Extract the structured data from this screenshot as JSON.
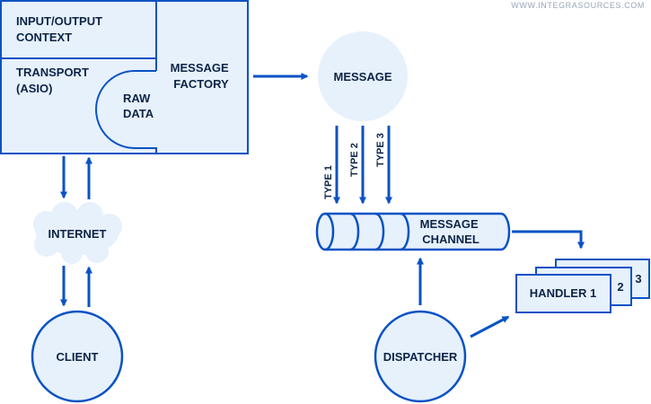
{
  "watermark": "WWW.INTEGRASOURCES.COM",
  "colors": {
    "fill": "#e6f1fc",
    "stroke": "#0a52c4",
    "arrow": "#0a52c4",
    "text": "#0d2447"
  },
  "server_box": {
    "io_context": [
      "INPUT/OUTPUT",
      "CONTEXT"
    ],
    "transport": [
      "TRANSPORT",
      "(ASIO)"
    ],
    "raw_data": [
      "RAW",
      "DATA"
    ],
    "message_factory": [
      "MESSAGE",
      "FACTORY"
    ]
  },
  "internet": "INTERNET",
  "client": "CLIENT",
  "message": "MESSAGE",
  "message_types": [
    "TYPE 1",
    "TYPE 2",
    "TYPE 3"
  ],
  "message_channel": [
    "MESSAGE",
    "CHANNEL"
  ],
  "dispatcher": "DISPATCHER",
  "handlers": [
    "HANDLER 1",
    "2",
    "3"
  ]
}
